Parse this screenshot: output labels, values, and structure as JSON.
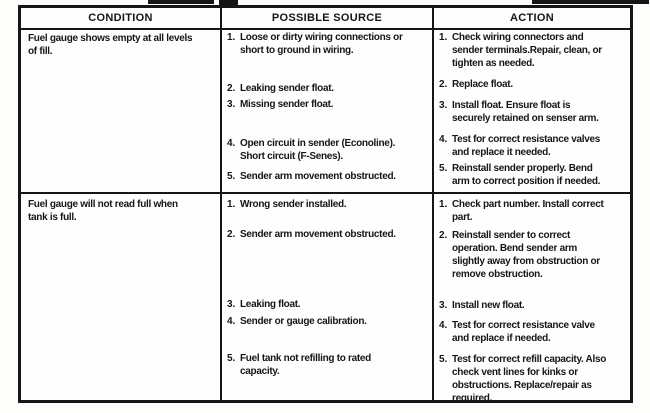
{
  "header": {
    "condition": "CONDITION",
    "possible_source": "POSSIBLE SOURCE",
    "action": "ACTION"
  },
  "rows": [
    {
      "condition": "Fuel gauge shows empty at all levels\nof fill.",
      "sources": [
        {
          "n": "1.",
          "t": "Loose or dirty wiring connections or\nshort to ground in wiring."
        },
        {
          "n": "2.",
          "t": "Leaking sender float."
        },
        {
          "n": "3.",
          "t": "Missing sender float."
        },
        {
          "n": "4.",
          "t": "Open circuit in sender (Econoline).\nShort circuit (F-Senes)."
        },
        {
          "n": "5.",
          "t": "Sender arm movement obstructed."
        }
      ],
      "actions": [
        {
          "n": "1.",
          "t": "Check wiring connectors and\nsender terminals.Repair, clean, or\ntighten as needed."
        },
        {
          "n": "2.",
          "t": "Replace float."
        },
        {
          "n": "3.",
          "t": "Install float. Ensure float is\nsecurely retained on senser arm."
        },
        {
          "n": "4.",
          "t": "Test for correct resistance valves\nand replace it needed."
        },
        {
          "n": "5.",
          "t": "Reinstall sender properly. Bend\narm to correct position if needed."
        }
      ]
    },
    {
      "condition": "Fuel gauge will not read full when\ntank is full.",
      "sources": [
        {
          "n": "1.",
          "t": "Wrong sender installed."
        },
        {
          "n": "2.",
          "t": "Sender arm movement obstructed."
        },
        {
          "n": "3.",
          "t": "Leaking float."
        },
        {
          "n": "4.",
          "t": "Sender or gauge calibration."
        },
        {
          "n": "5.",
          "t": "Fuel tank not refilling to rated\ncapacity."
        }
      ],
      "actions": [
        {
          "n": "1.",
          "t": "Check part number. Install correct\npart."
        },
        {
          "n": "2.",
          "t": "Reinstall sender to correct\noperation. Bend sender arm\nslightly away from obstruction or\nremove obstruction."
        },
        {
          "n": "3.",
          "t": "Install new float."
        },
        {
          "n": "4.",
          "t": "Test for correct resistance valve\nand replace if needed."
        },
        {
          "n": "5.",
          "t": "Test for correct refill capacity. Also\ncheck vent lines for kinks or\nobstructions. Replace/repair as\nrequired."
        }
      ]
    }
  ]
}
